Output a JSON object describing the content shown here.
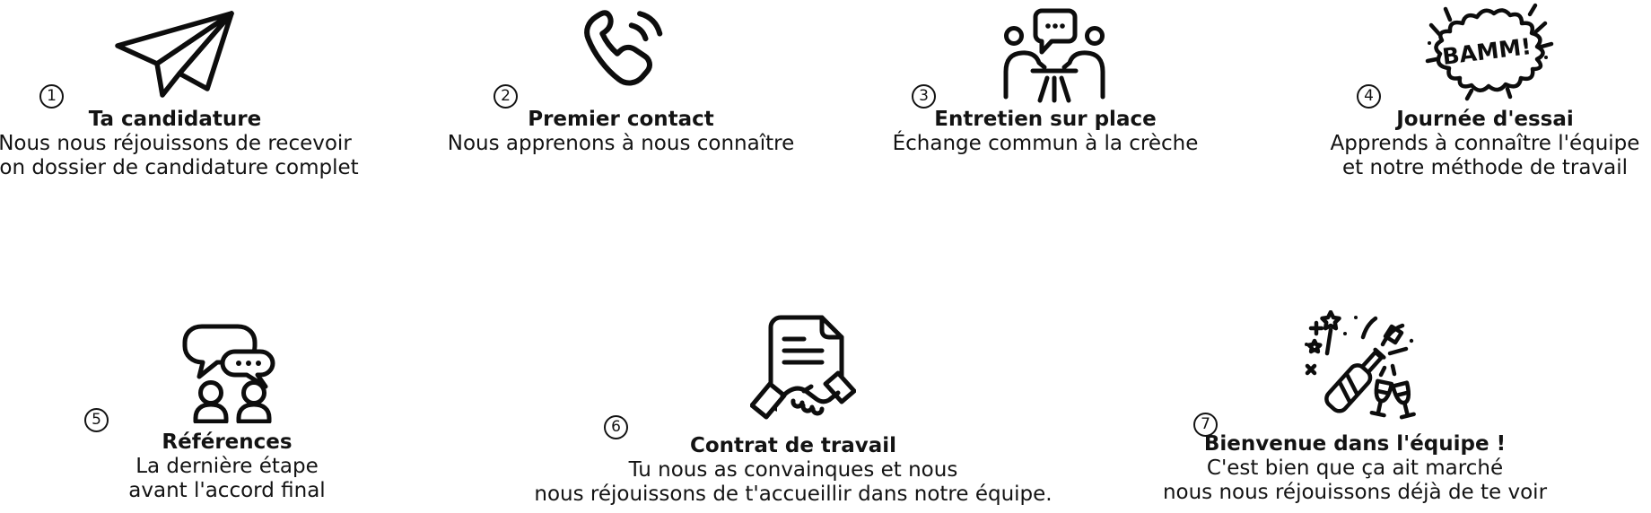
{
  "page": {
    "background": "#ffffff",
    "text_color": "#131313",
    "icon_color": "#0d0d0d",
    "language": "fr",
    "kind": "recruitment-process-steps"
  },
  "process": {
    "steps": [
      {
        "number": "1",
        "icon": "paper-plane-icon",
        "title": "Ta candidature",
        "description": "Nous nous réjouissons de recevoir\nton dossier de candidature complet"
      },
      {
        "number": "2",
        "icon": "phone-call-icon",
        "title": "Premier contact",
        "description": "Nous apprenons à nous connaître"
      },
      {
        "number": "3",
        "icon": "interview-table-icon",
        "title": "Entretien sur place",
        "description": "Échange commun à la crèche"
      },
      {
        "number": "4",
        "icon": "bamm-explosion-icon",
        "icon_text": "BAMM!",
        "title": "Journée d'essai",
        "description": "Apprends à connaître l'équipe\net notre méthode de travail"
      },
      {
        "number": "5",
        "icon": "chat-people-icon",
        "title": "Références",
        "description": "La dernière étape\navant l'accord final"
      },
      {
        "number": "6",
        "icon": "contract-handshake-icon",
        "title": "Contrat de travail",
        "description": "Tu nous as convainques et nous\nnous réjouissons de t'accueillir dans notre équipe."
      },
      {
        "number": "7",
        "icon": "champagne-party-icon",
        "title": "Bienvenue dans l'équipe !",
        "description": "C'est bien que ça ait marché\nnous nous réjouissons déjà de te voir"
      }
    ]
  }
}
